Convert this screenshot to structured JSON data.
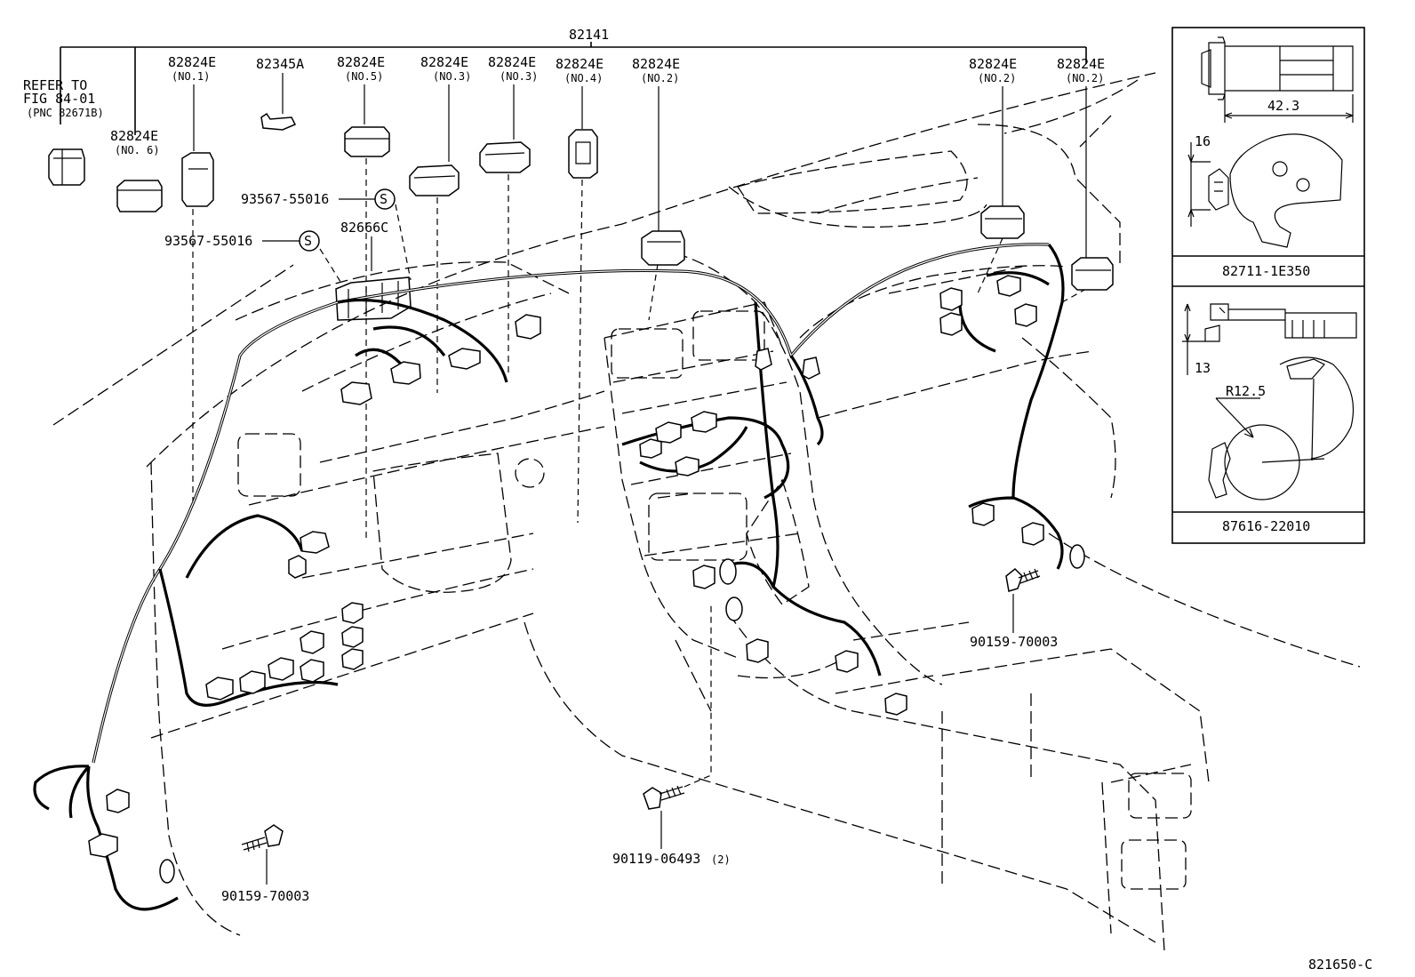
{
  "diagram": {
    "main_part": "82141",
    "drawing_code": "821650-C",
    "top_labels": [
      {
        "id": "refer",
        "lines": [
          "REFER TO",
          "FIG 84-01",
          "(PNC 82671B)"
        ]
      },
      {
        "id": "c6",
        "code": "82824E",
        "sub": "(NO. 6)"
      },
      {
        "id": "c1",
        "code": "82824E",
        "sub": "(NO.1)"
      },
      {
        "id": "f345",
        "code": "82345A"
      },
      {
        "id": "c5",
        "code": "82824E",
        "sub": "(NO.5)"
      },
      {
        "id": "c3a",
        "code": "82824E",
        "sub": "(NO.3)"
      },
      {
        "id": "c3b",
        "code": "82824E",
        "sub": "(NO.3)"
      },
      {
        "id": "c4",
        "code": "82824E",
        "sub": "(NO.4)"
      },
      {
        "id": "c2a",
        "code": "82824E",
        "sub": "(NO.2)"
      },
      {
        "id": "c2b",
        "code": "82824E",
        "sub": "(NO.2)"
      },
      {
        "id": "c2c",
        "code": "82824E",
        "sub": "(NO.2)"
      }
    ],
    "clips": [
      {
        "code": "93567-55016",
        "mark": "S"
      },
      {
        "code": "93567-55016",
        "mark": "S"
      }
    ],
    "relay_block": "82666C",
    "bolts": [
      {
        "code": "90159-70003"
      },
      {
        "code": "90119-06493",
        "qty": "(2)"
      },
      {
        "code": "90159-70003"
      }
    ],
    "detail_panel": {
      "clip_part": "82711-1E350",
      "clip_dims": [
        "42.3",
        "16"
      ],
      "clamp_part": "87616-22010",
      "clamp_dims": [
        "13",
        "R12.5"
      ]
    }
  }
}
